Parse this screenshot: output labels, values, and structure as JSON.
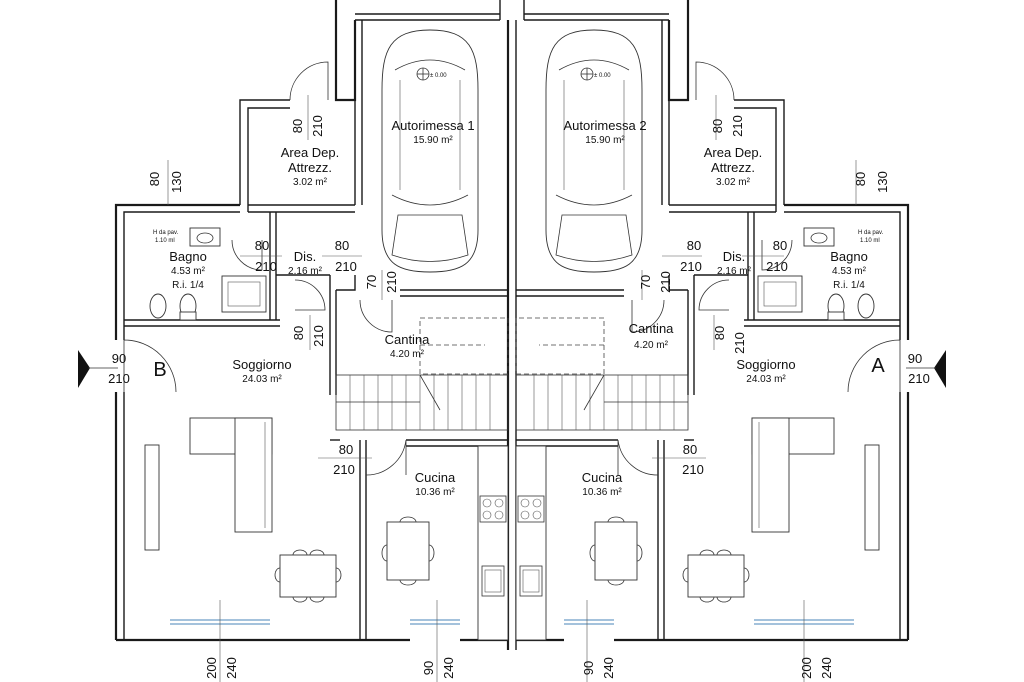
{
  "units": [
    {
      "garage": {
        "name": "Autorimessa 1",
        "area": "15.90 m²"
      },
      "elevation": "± 0.00",
      "storage": {
        "name1": "Area Dep.",
        "name2": "Attrezz.",
        "area": "3.02 m²"
      },
      "bath": {
        "name": "Bagno",
        "area": "4.53 m²",
        "ri": "R.i. 1/4",
        "note1": "H da pav.",
        "note2": "1.10 ml"
      },
      "hall": {
        "name": "Dis.",
        "area": "2.16 m²"
      },
      "cellar": {
        "name": "Cantina",
        "area": "4.20 m²"
      },
      "living": {
        "name": "Soggiorno",
        "area": "24.03 m²"
      },
      "kitchen": {
        "name": "Cucina",
        "area": "10.36 m²"
      },
      "entrance": {
        "letter": "B",
        "w": "90",
        "h": "210"
      }
    },
    {
      "garage": {
        "name": "Autorimessa 2",
        "area": "15.90 m²"
      },
      "elevation": "± 0.00",
      "storage": {
        "name1": "Area Dep.",
        "name2": "Attrezz.",
        "area": "3.02 m²"
      },
      "bath": {
        "name": "Bagno",
        "area": "4.53 m²",
        "ri": "R.i. 1/4",
        "note1": "H da pav.",
        "note2": "1.10 ml"
      },
      "hall": {
        "name": "Dis.",
        "area": "2.16 m²"
      },
      "cellar": {
        "name": "Cantina",
        "area": "4.20 m²"
      },
      "living": {
        "name": "Soggiorno",
        "area": "24.03 m²"
      },
      "kitchen": {
        "name": "Cucina",
        "area": "10.36 m²"
      },
      "entrance": {
        "letter": "A",
        "w": "90",
        "h": "210"
      }
    }
  ],
  "dims": {
    "d80": "80",
    "d210": "210",
    "d70": "70",
    "d130": "130",
    "d90": "90",
    "d200": "200",
    "d240": "240"
  }
}
